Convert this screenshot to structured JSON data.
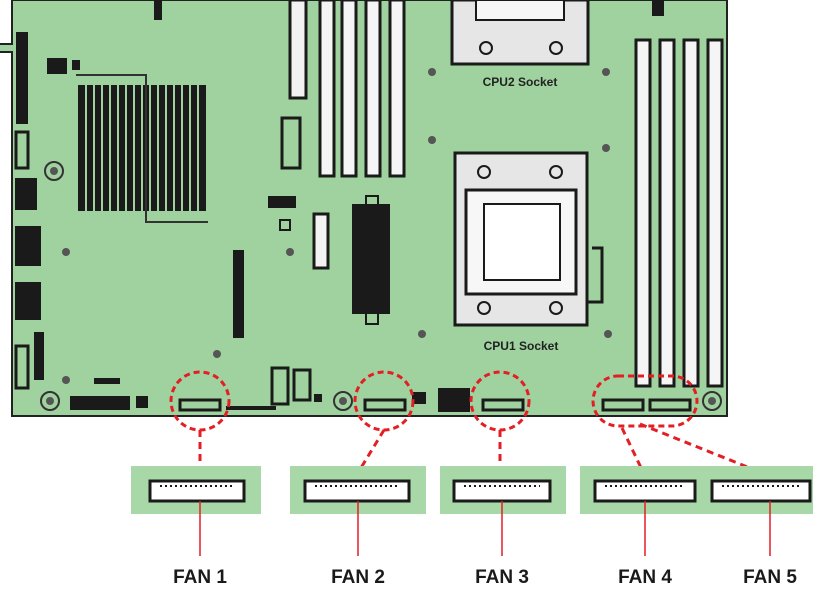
{
  "colors": {
    "board": "#9fd29f",
    "board_edge": "#222222",
    "panel": "#a8d8a8",
    "highlight": "#e31e24",
    "component": "#1a1a1a"
  },
  "sockets": {
    "cpu1": "CPU1 Socket",
    "cpu2": "CPU2 Socket"
  },
  "fans": [
    {
      "label": "FAN 1"
    },
    {
      "label": "FAN 2"
    },
    {
      "label": "FAN 3"
    },
    {
      "label": "FAN 4"
    },
    {
      "label": "FAN 5"
    }
  ]
}
